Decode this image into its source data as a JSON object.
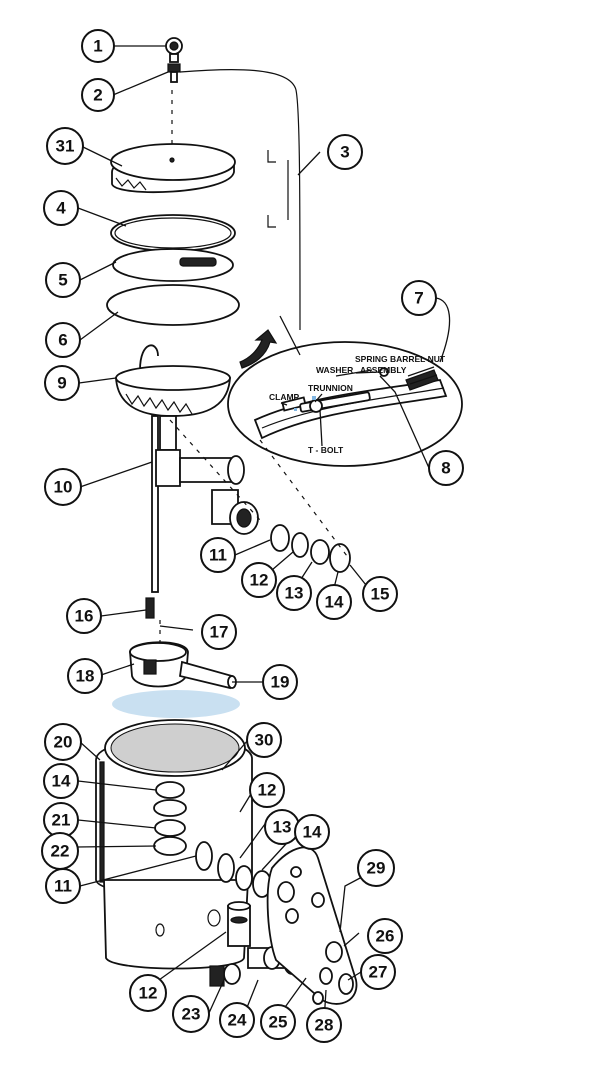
{
  "labels": {
    "spring_barrel_nut_line1": "SPRING BARREL NUT",
    "spring_barrel_nut_line2": "ASSEMBLY",
    "washer": "WASHER",
    "trunnion": "TRUNNION",
    "clamp": "CLAMP",
    "t_bolt": "T - BOLT"
  },
  "callouts": [
    "1",
    "2",
    "3",
    "31",
    "4",
    "5",
    "6",
    "7",
    "9",
    "8",
    "10",
    "11",
    "12",
    "13",
    "14",
    "15",
    "16",
    "17",
    "18",
    "19",
    "20",
    "30",
    "14",
    "12",
    "21",
    "13",
    "14",
    "22",
    "29",
    "11",
    "26",
    "12",
    "27",
    "23",
    "24",
    "25",
    "28"
  ],
  "colors": {
    "line": "#111111",
    "highlight": "#bcd8ee",
    "screen": "#cfcfcf"
  }
}
